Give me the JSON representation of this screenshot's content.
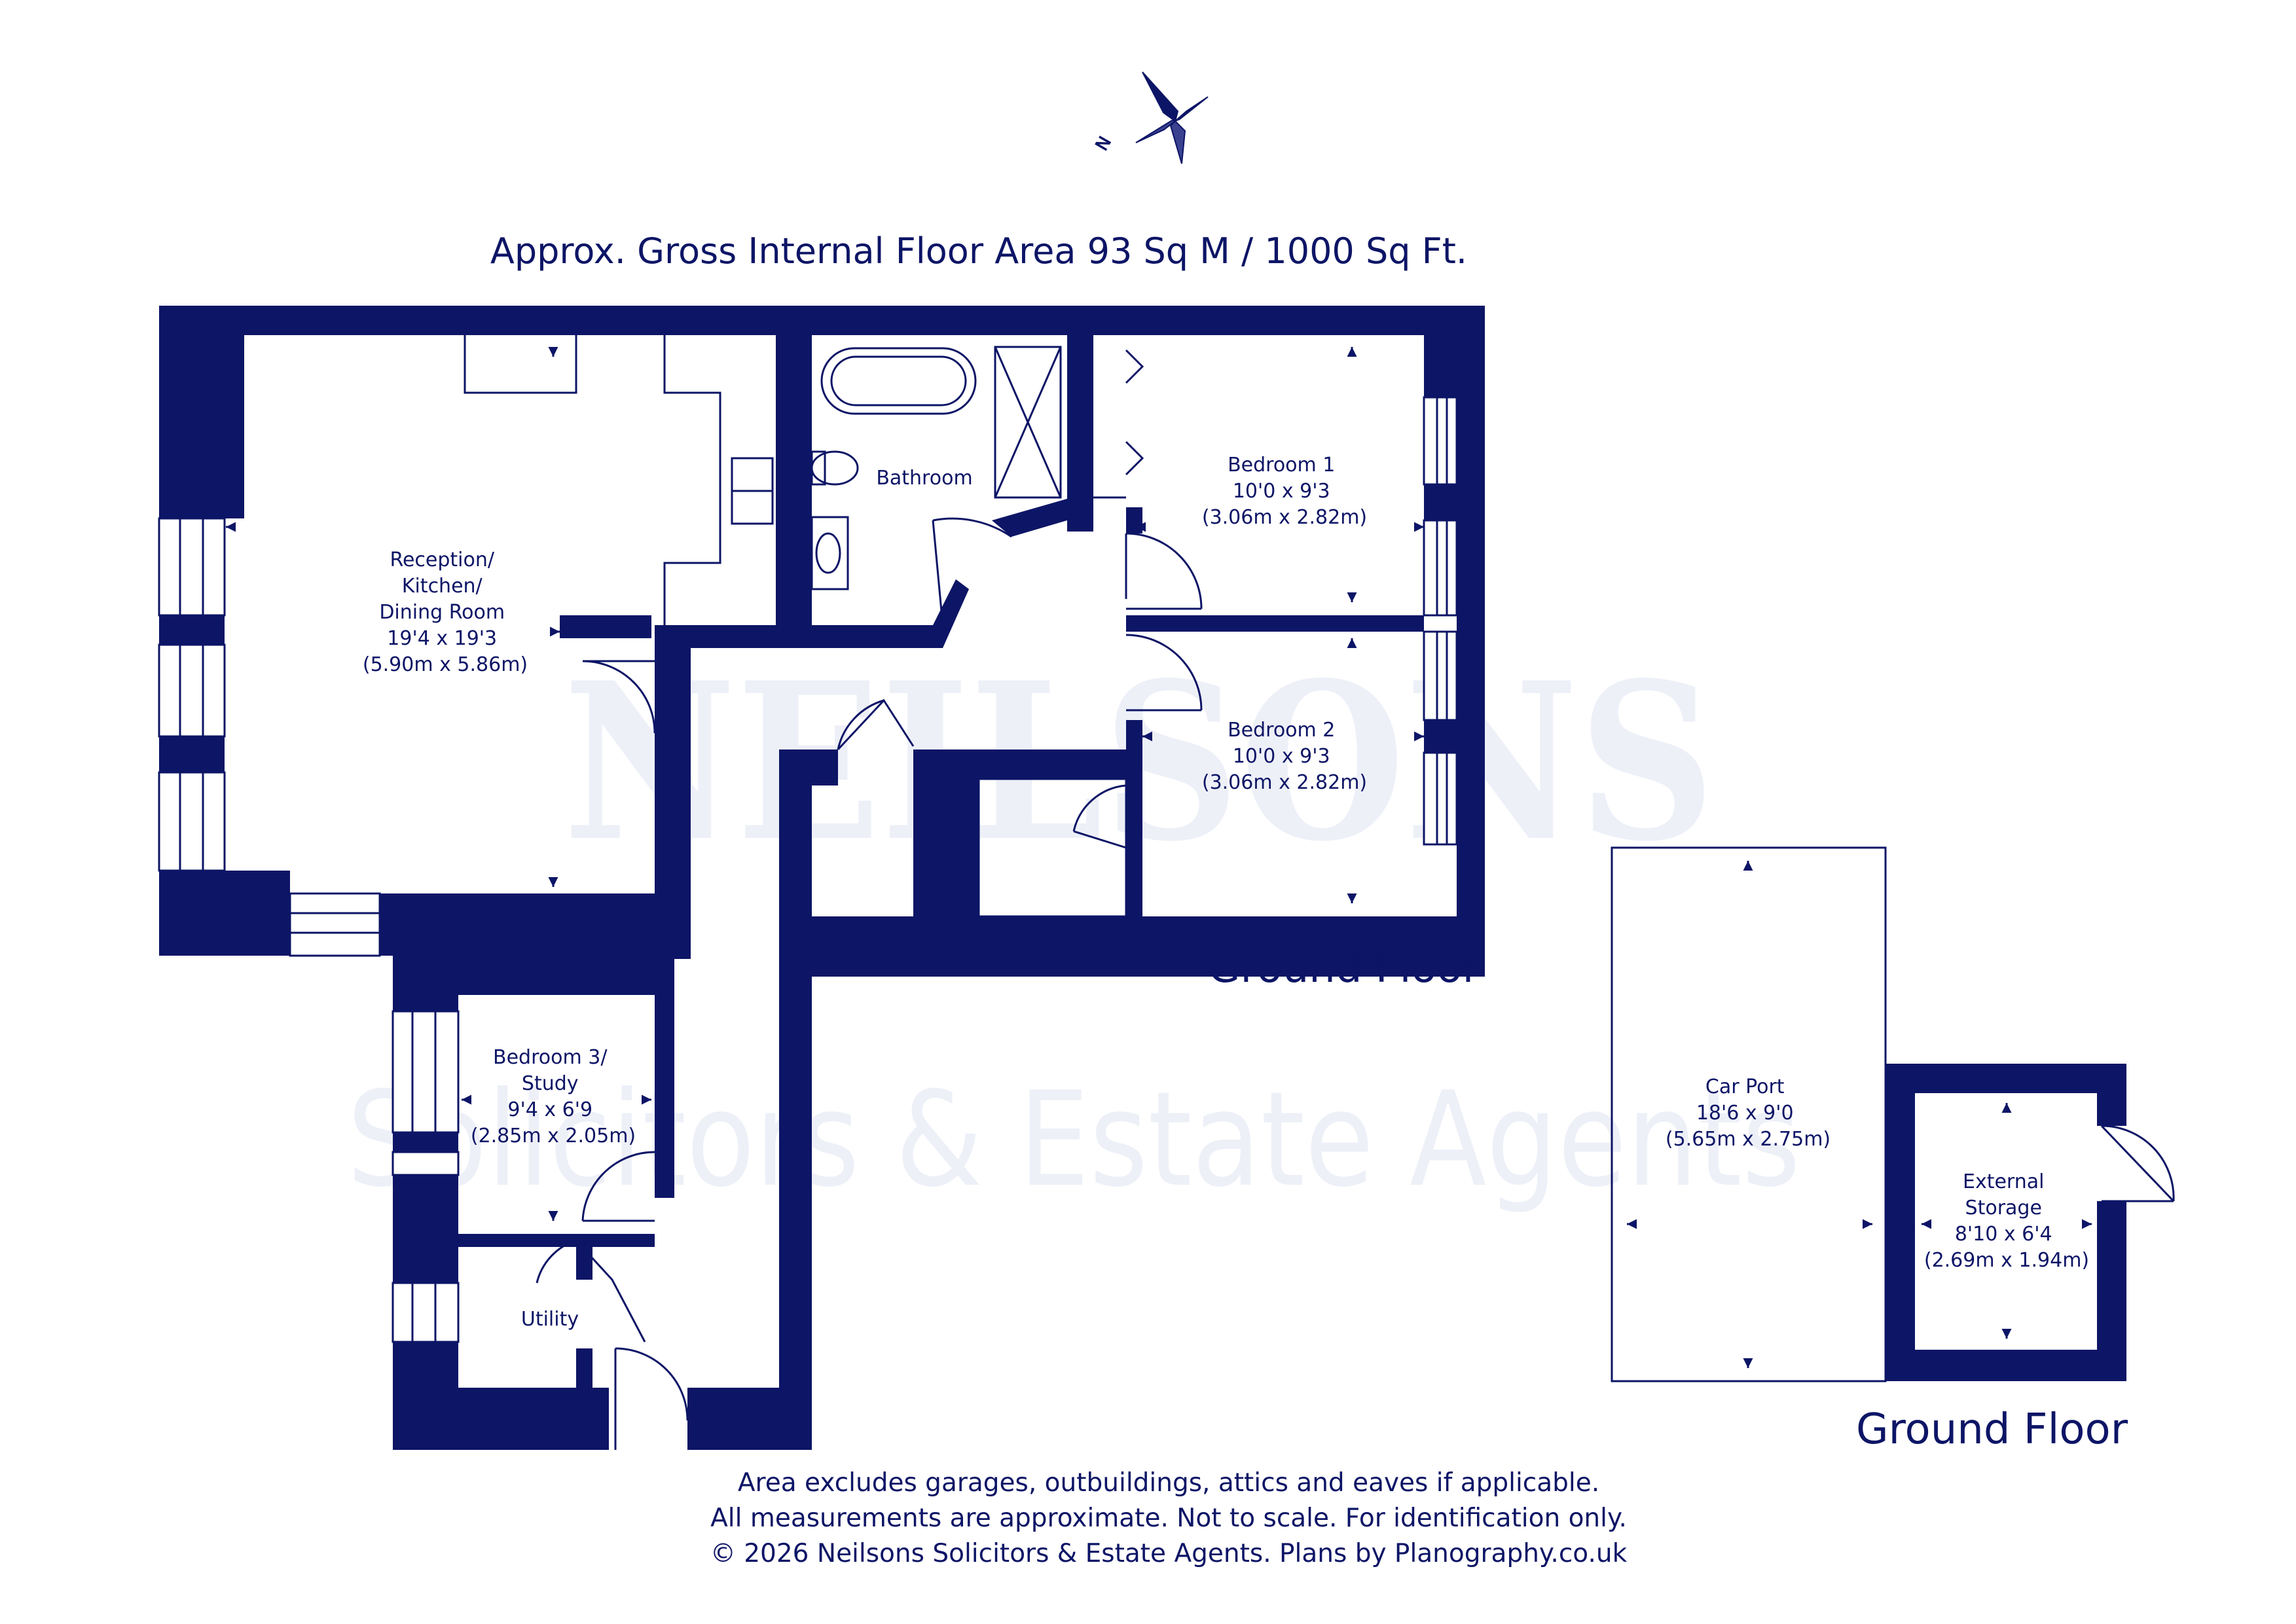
{
  "colors": {
    "wall": "#0d1566",
    "text": "#0d1566",
    "watermark": "#eef0f8"
  },
  "compass": {
    "icon": "compass-rose-icon",
    "label": "N"
  },
  "title": "Approx. Gross Internal Floor Area 93 Sq M / 1000 Sq Ft.",
  "watermark": {
    "brand": "NEILSONS",
    "tagline": "Solicitors & Estate Agents"
  },
  "rooms": {
    "reception": {
      "lines": [
        "Reception/",
        "Kitchen/",
        "Dining Room",
        "19'4 x 19'3",
        "(5.90m x 5.86m)"
      ]
    },
    "bathroom": {
      "lines": [
        "Bathroom"
      ]
    },
    "bedroom1": {
      "lines": [
        "Bedroom 1",
        "10'0 x 9'3",
        "(3.06m x 2.82m)"
      ]
    },
    "bedroom2": {
      "lines": [
        "Bedroom 2",
        "10'0 x 9'3",
        "(3.06m x 2.82m)"
      ]
    },
    "bedroom3": {
      "lines": [
        "Bedroom 3/",
        "Study",
        "9'4 x 6'9",
        "(2.85m x 2.05m)"
      ]
    },
    "utility": {
      "lines": [
        "Utility"
      ]
    },
    "carport": {
      "lines": [
        "Car Port",
        "18'6 x 9'0",
        "(5.65m x 2.75m)"
      ]
    },
    "storage": {
      "lines": [
        "External",
        "Storage",
        "8'10 x 6'4",
        "(2.69m x 1.94m)"
      ]
    }
  },
  "floor_labels": {
    "main": "Ground Floor",
    "outbuilding": "Ground Floor"
  },
  "footer": {
    "line1": "Area excludes garages, outbuildings, attics and eaves if applicable.",
    "line2": "All measurements are approximate. Not to scale. For identification only.",
    "line3": "© 2026 Neilsons Solicitors & Estate Agents. Plans by Planography.co.uk"
  }
}
